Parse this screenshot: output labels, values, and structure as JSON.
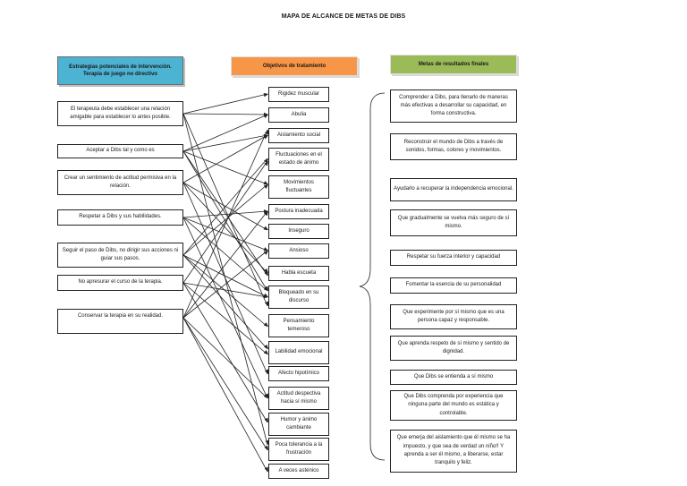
{
  "title": "MAPA DE ALCANCE DE METAS DE DIBS",
  "headers": {
    "strategies": "Estrategias potenciales de intervención. Terapia de juego no directivo",
    "objectives": "Objetivos de tratamiento",
    "goals": "Metas de resultados finales"
  },
  "strategies": [
    "El terapeuta debe establecer una relación amigable para establecer lo antes posible.",
    "Aceptar a Dibs tal y como es",
    "Crear un sentimiento de actitud permisiva en la relación.",
    "Respetar a Dibs y sus habilidades.",
    "Seguir el paso de Dibs, no dirigir sus acciones ni guiar sus pasos.",
    "No apresurar el curso de la terapia.",
    "Conservar la terapia en su realidad."
  ],
  "objectives": [
    "Rigidez muscular",
    "Abulia",
    "Aislamiento social",
    "Fluctuaciones en el estado de ánimo",
    "Movimientos fluctuantes",
    "Postura inadecuada",
    "Inseguro",
    "Ansioso",
    "Habla escueta",
    "Bloqueado en su discurso",
    "Pensamiento temeroso",
    "Labilidad emocional",
    "Afecto hipotímico",
    "Actitud despectiva hacia sí mismo",
    "Humor y ánimo cambiante",
    "Poca tolerancia a la frustración",
    "A veces asténico"
  ],
  "goals": [
    "Comprender a Dibs, para llenarlo de maneras más efectivas a desarrollar su capacidad, en forma constructiva.",
    "Reconstruir el mundo de Dibs a través de sonidos, formas, colores y movimientos.",
    "Ayudarlo a recuperar la independencia emocional.",
    "Que gradualmente se  vuelva más seguro de sí mismo.",
    "Respetar su fuerza interior y capacidad",
    "Fomentar la esencia de su personalidad",
    "Que experimente por sí mismo que es una persona capaz y responsable.",
    "Que aprenda respeto de sí mismo y sentido de dignidad.",
    "Que Dibs se entienda a sí mismo",
    "Que Dibs comprenda por experiencia que ninguna parte del mundo es estática y controlable.",
    "Que emerja del aislamiento que él mismo se ha impuesto, y que sea de verdad un niño!! Y aprenda a ser él mismo, a liberarse, estar tranquilo y feliz."
  ],
  "colors": {
    "strategies_header": "#4db3d3",
    "objectives_header": "#f79646",
    "goals_header": "#9bbb59"
  }
}
